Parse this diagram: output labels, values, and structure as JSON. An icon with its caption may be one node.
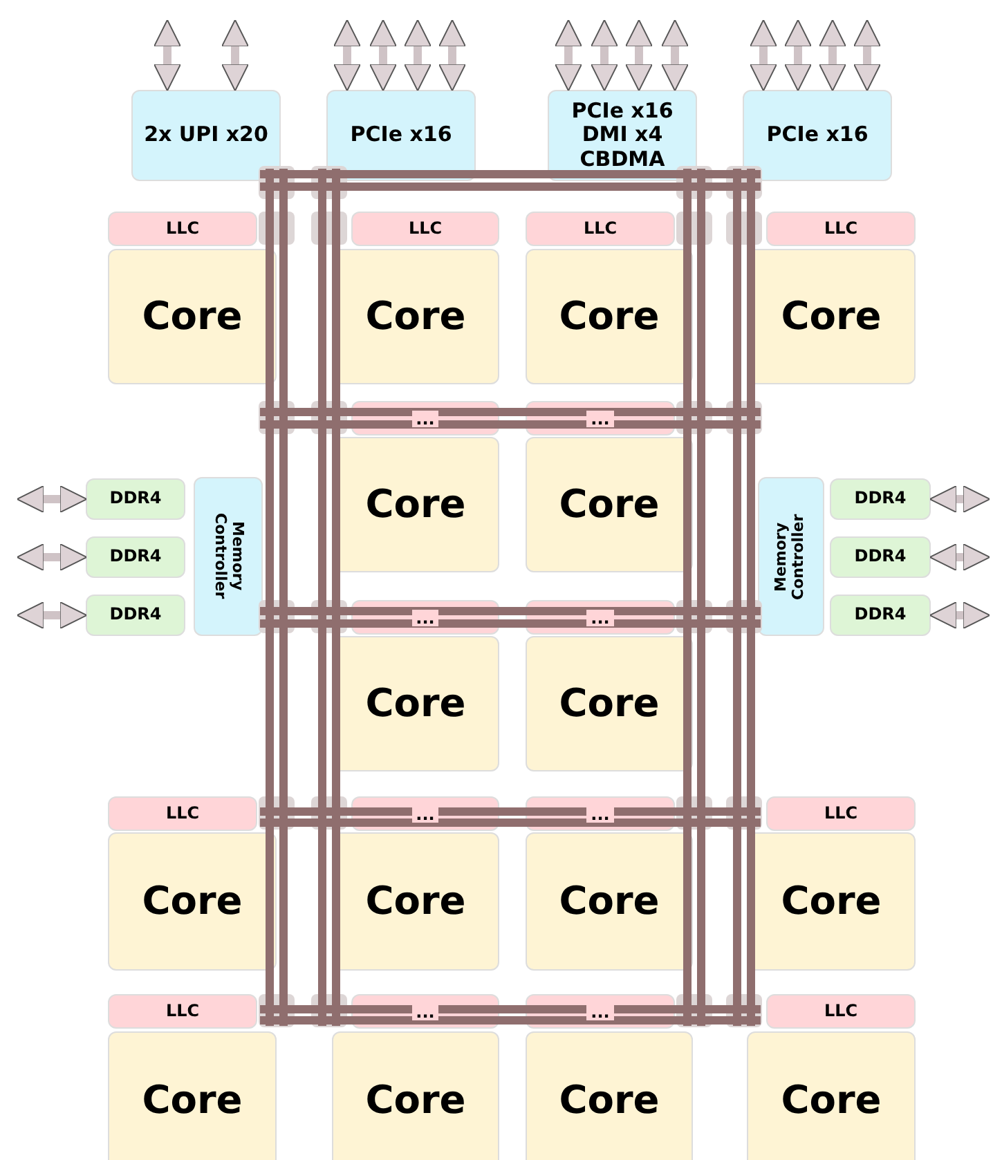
{
  "diagram": {
    "nodes": [
      {
        "text": [
          "2x UPI x20"
        ]
      },
      {
        "text": [
          "PCIe x16"
        ]
      },
      {
        "text": [
          "PCIe x16 DMI x4 CBDMA"
        ]
      },
      {
        "text": [
          "PCIe x16"
        ]
      },
      {
        "text": [
          "LLC"
        ]
      },
      {
        "text": [
          "Core"
        ]
      },
      {
        "text": [
          "LLC"
        ]
      },
      {
        "text": [
          "Core"
        ]
      },
      {
        "text": [
          "LLC"
        ]
      },
      {
        "text": [
          "Core"
        ]
      },
      {
        "text": [
          "LLC"
        ]
      },
      {
        "text": [
          "Core"
        ]
      },
      {
        "text": [
          "..."
        ]
      },
      {
        "text": [
          "Core"
        ]
      },
      {
        "text": [
          "..."
        ]
      },
      {
        "text": [
          "Core"
        ]
      },
      {
        "text": [
          "DDR4"
        ]
      },
      {
        "text": [
          "DDR4"
        ]
      },
      {
        "text": [
          "DDR4"
        ]
      },
      {
        "text": [
          "Memory Controller"
        ]
      },
      {
        "text": [
          "Memory Controller"
        ]
      },
      {
        "text": [
          "DDR4"
        ]
      },
      {
        "text": [
          "DDR4"
        ]
      },
      {
        "text": [
          "DDR4"
        ]
      },
      {
        "text": [
          "..."
        ]
      },
      {
        "text": [
          "Core"
        ]
      },
      {
        "text": [
          "..."
        ]
      },
      {
        "text": [
          "Core"
        ]
      },
      {
        "text": [
          "LLC"
        ]
      },
      {
        "text": [
          "Core"
        ]
      },
      {
        "text": [
          "..."
        ]
      },
      {
        "text": [
          "Core"
        ]
      },
      {
        "text": [
          "..."
        ]
      },
      {
        "text": [
          "Core"
        ]
      },
      {
        "text": [
          "LLC"
        ]
      },
      {
        "text": [
          "Core"
        ]
      },
      {
        "text": [
          "LLC"
        ]
      },
      {
        "text": [
          "Core"
        ]
      },
      {
        "text": [
          "..."
        ]
      },
      {
        "text": [
          "Core"
        ]
      },
      {
        "text": [
          "..."
        ]
      },
      {
        "text": [
          "Core"
        ]
      },
      {
        "text": [
          "LLC"
        ]
      },
      {
        "text": [
          "Core"
        ]
      }
    ],
    "edges": [
      {
        "from": null,
        "to": 0,
        "arrow": "both"
      },
      {
        "from": null,
        "to": 0,
        "arrow": "both"
      },
      {
        "from": null,
        "to": 1,
        "arrow": "both"
      },
      {
        "from": null,
        "to": 1,
        "arrow": "both"
      },
      {
        "from": null,
        "to": 1,
        "arrow": "both"
      },
      {
        "from": null,
        "to": 1,
        "arrow": "both"
      },
      {
        "from": null,
        "to": 2,
        "arrow": "both"
      },
      {
        "from": null,
        "to": 2,
        "arrow": "both"
      },
      {
        "from": null,
        "to": 2,
        "arrow": "both"
      },
      {
        "from": null,
        "to": 2,
        "arrow": "both"
      },
      {
        "from": null,
        "to": 3,
        "arrow": "both"
      },
      {
        "from": null,
        "to": 3,
        "arrow": "both"
      },
      {
        "from": null,
        "to": 3,
        "arrow": "both"
      },
      {
        "from": null,
        "to": 3,
        "arrow": "both"
      },
      {
        "from": null,
        "to": 16,
        "arrow": "both"
      },
      {
        "from": null,
        "to": 17,
        "arrow": "both"
      },
      {
        "from": null,
        "to": 18,
        "arrow": "both"
      },
      {
        "from": null,
        "to": 21,
        "arrow": "both"
      },
      {
        "from": null,
        "to": 22,
        "arrow": "both"
      },
      {
        "from": null,
        "to": 23,
        "arrow": "both"
      }
    ]
  }
}
